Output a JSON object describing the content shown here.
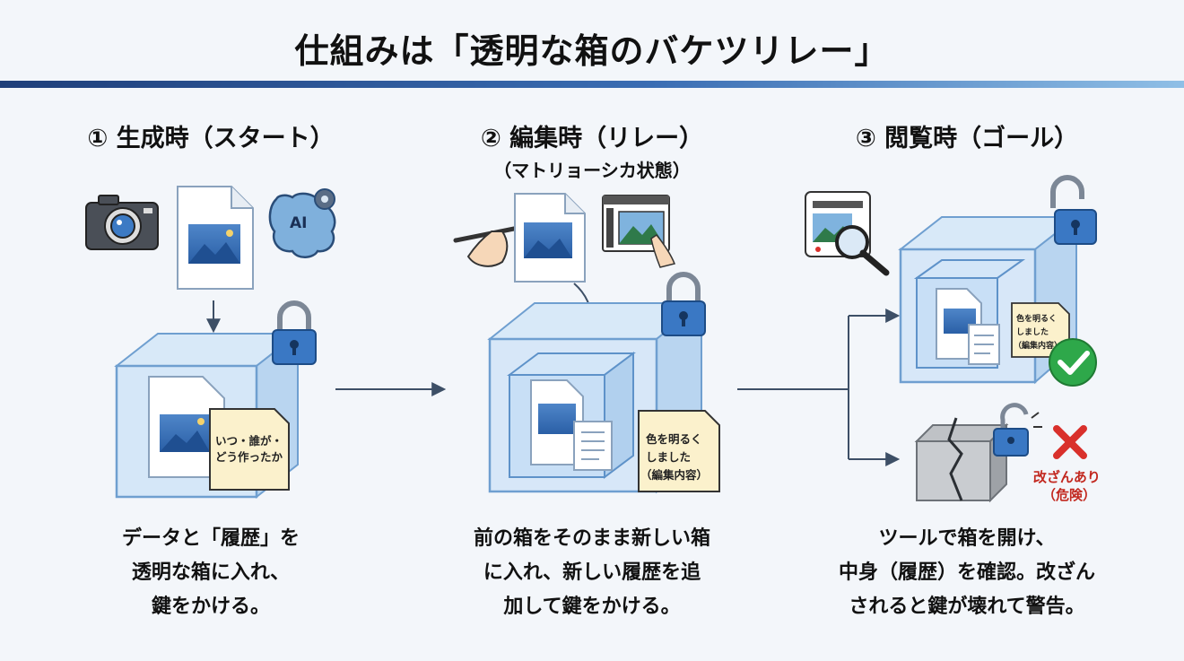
{
  "title": "仕組みは「透明な箱のバケツリレー」",
  "steps": [
    {
      "heading": "① 生成時（スタート）",
      "subheading": "",
      "note": "いつ・誰が・\nどう作ったか",
      "caption": "データと「履歴」を\n透明な箱に入れ、\n鍵をかける。"
    },
    {
      "heading": "② 編集時（リレー）",
      "subheading": "（マトリョーシカ状態）",
      "note": "色を明るく\nしました\n（編集内容）",
      "caption": "前の箱をそのまま新しい箱\nに入れ、新しい履歴を追\n加して鍵をかける。"
    },
    {
      "heading": "③ 閲覧時（ゴール）",
      "subheading": "",
      "note": "色を明るく\nしました\n（編集内容）",
      "caption": "ツールで箱を開け、\n中身（履歴）を確認。改ざん\nされると鍵が壊れて警告。"
    }
  ],
  "tamper_label": "改ざんあり\n（危険）",
  "ai_chip": "AI",
  "colors": {
    "title_bar_start": "#1f3f7a",
    "title_bar_end": "#8fbfe6",
    "box_fill": "#cfe4f7",
    "box_stroke": "#6f9fd0",
    "lock": "#3a78c4",
    "note_fill": "#fbf1cc",
    "check": "#2ea84a",
    "cross": "#d9302b",
    "arrow": "#3d4f66"
  }
}
